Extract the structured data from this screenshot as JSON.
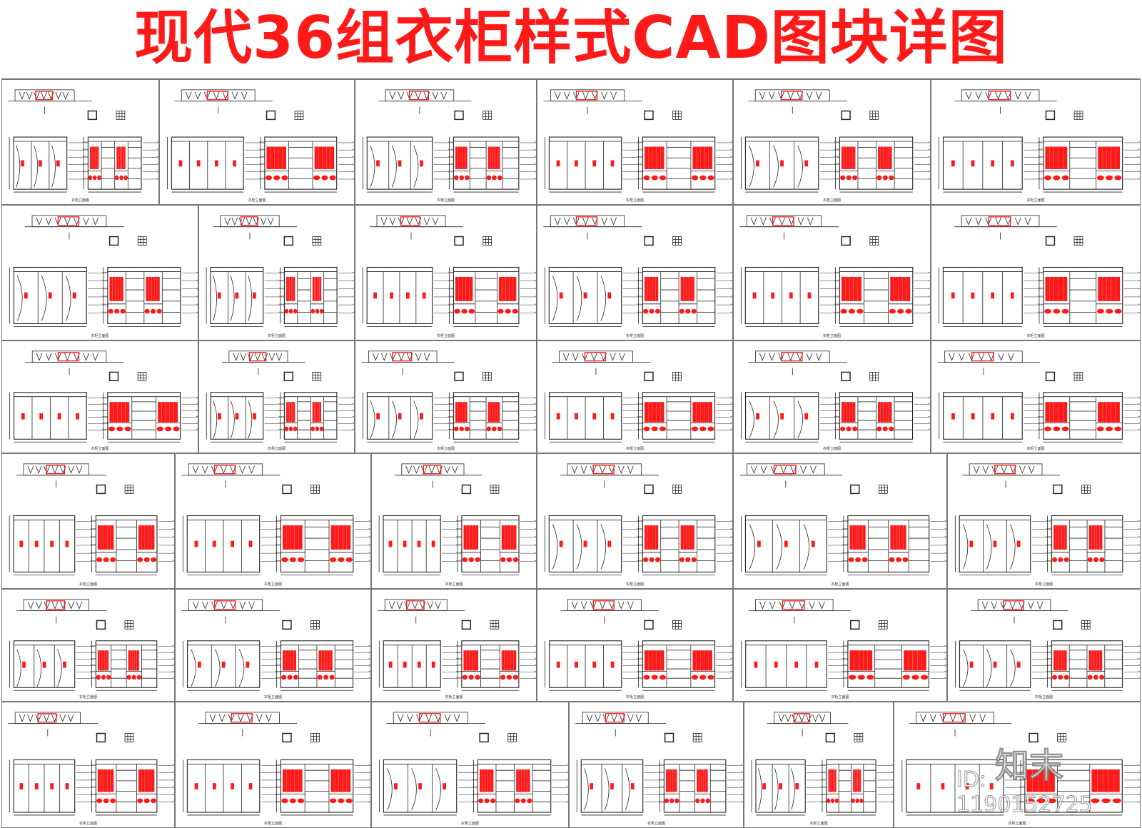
{
  "title": "现代36组衣柜样式CAD图块详图",
  "colors": {
    "accent": "#ff1a1a",
    "line": "#222222",
    "frame": "#777777"
  },
  "rows": [
    {
      "tiles": [
        {
          "variant": 0,
          "label": "衣柜立面图"
        },
        {
          "variant": 1,
          "label": "衣柜立面图"
        },
        {
          "variant": 2,
          "label": "衣柜立面图"
        },
        {
          "variant": 3,
          "label": "衣柜立面图"
        },
        {
          "variant": 4,
          "label": "衣柜立面图"
        },
        {
          "variant": 5,
          "label": "衣柜立面图"
        }
      ]
    },
    {
      "tiles": [
        {
          "variant": 2,
          "label": "衣柜立面图"
        },
        {
          "variant": 4,
          "label": "衣柜立面图"
        },
        {
          "variant": 1,
          "label": "衣柜立面图"
        },
        {
          "variant": 0,
          "label": "衣柜立面图"
        },
        {
          "variant": 3,
          "label": "衣柜立面图"
        },
        {
          "variant": 5,
          "label": "衣柜立面图"
        }
      ]
    },
    {
      "tiles": [
        {
          "variant": 5,
          "label": "衣柜立面图"
        },
        {
          "variant": 2,
          "label": "衣柜立面图"
        },
        {
          "variant": 0,
          "label": "衣柜立面图"
        },
        {
          "variant": 1,
          "label": "衣柜立面图"
        },
        {
          "variant": 4,
          "label": "衣柜立面图"
        },
        {
          "variant": 3,
          "label": "衣柜立面图"
        }
      ]
    },
    {
      "tiles": [
        {
          "variant": 1,
          "label": "衣柜立面图"
        },
        {
          "variant": 3,
          "label": "衣柜立面图"
        },
        {
          "variant": 5,
          "label": "衣柜立面图"
        },
        {
          "variant": 2,
          "label": "衣柜立面图"
        },
        {
          "variant": 0,
          "label": "衣柜立面图"
        },
        {
          "variant": 4,
          "label": "衣柜立面图"
        }
      ]
    },
    {
      "tiles": [
        {
          "variant": 4,
          "label": "衣柜立面图"
        },
        {
          "variant": 0,
          "label": "衣柜立面图"
        },
        {
          "variant": 3,
          "label": "衣柜立面图"
        },
        {
          "variant": 5,
          "label": "衣柜立面图"
        },
        {
          "variant": 1,
          "label": "衣柜立面图"
        },
        {
          "variant": 2,
          "label": "衣柜立面图"
        }
      ]
    },
    {
      "tiles": [
        {
          "variant": 3,
          "label": "衣柜立面图"
        },
        {
          "variant": 5,
          "label": "衣柜立面图"
        },
        {
          "variant": 4,
          "label": "衣柜立面图"
        },
        {
          "variant": 0,
          "label": "衣柜立面图"
        },
        {
          "variant": 2,
          "label": "衣柜立面图"
        },
        {
          "variant": 1,
          "label": "衣柜立面图"
        }
      ]
    }
  ],
  "watermark": {
    "logo": "知末",
    "id": "ID: 1190152725"
  }
}
